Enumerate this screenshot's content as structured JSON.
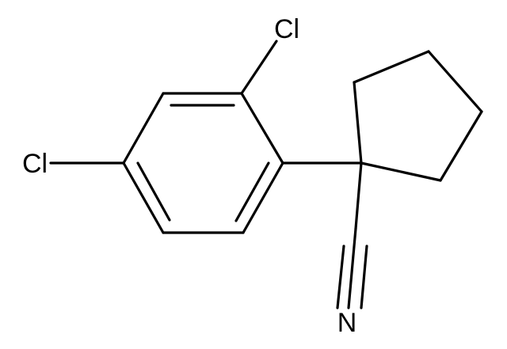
{
  "structure": {
    "atoms": {
      "cl_top": "Cl",
      "cl_left": "Cl",
      "n_nitrile": "N"
    },
    "colors": {
      "bond": "#000000",
      "background": "#ffffff"
    }
  }
}
